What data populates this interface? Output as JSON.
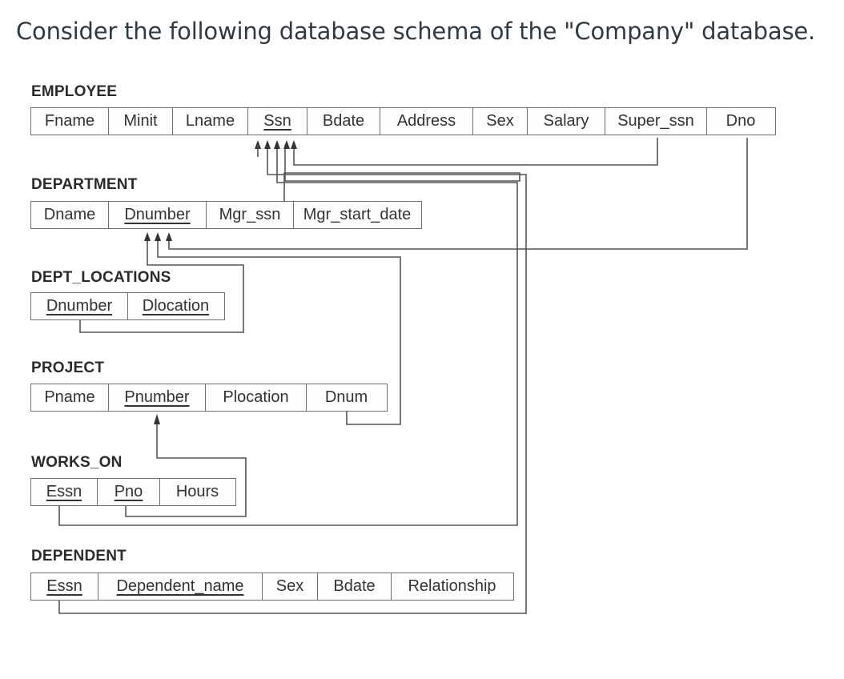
{
  "question": "Consider the following database schema of the \"Company\" database.",
  "relations": {
    "employee": {
      "name": "EMPLOYEE",
      "attributes": [
        "Fname",
        "Minit",
        "Lname",
        "Ssn",
        "Bdate",
        "Address",
        "Sex",
        "Salary",
        "Super_ssn",
        "Dno"
      ],
      "keys": [
        "Ssn"
      ]
    },
    "department": {
      "name": "DEPARTMENT",
      "attributes": [
        "Dname",
        "Dnumber",
        "Mgr_ssn",
        "Mgr_start_date"
      ],
      "keys": [
        "Dnumber"
      ]
    },
    "dept_locations": {
      "name": "DEPT_LOCATIONS",
      "attributes": [
        "Dnumber",
        "Dlocation"
      ],
      "keys": [
        "Dnumber",
        "Dlocation"
      ]
    },
    "project": {
      "name": "PROJECT",
      "attributes": [
        "Pname",
        "Pnumber",
        "Plocation",
        "Dnum"
      ],
      "keys": [
        "Pnumber"
      ]
    },
    "works_on": {
      "name": "WORKS_ON",
      "attributes": [
        "Essn",
        "Pno",
        "Hours"
      ],
      "keys": [
        "Essn",
        "Pno"
      ]
    },
    "dependent": {
      "name": "DEPENDENT",
      "attributes": [
        "Essn",
        "Dependent_name",
        "Sex",
        "Bdate",
        "Relationship"
      ],
      "keys": [
        "Essn",
        "Dependent_name"
      ]
    }
  },
  "colors": {
    "line": "#555555",
    "border": "#6e6e6e"
  }
}
